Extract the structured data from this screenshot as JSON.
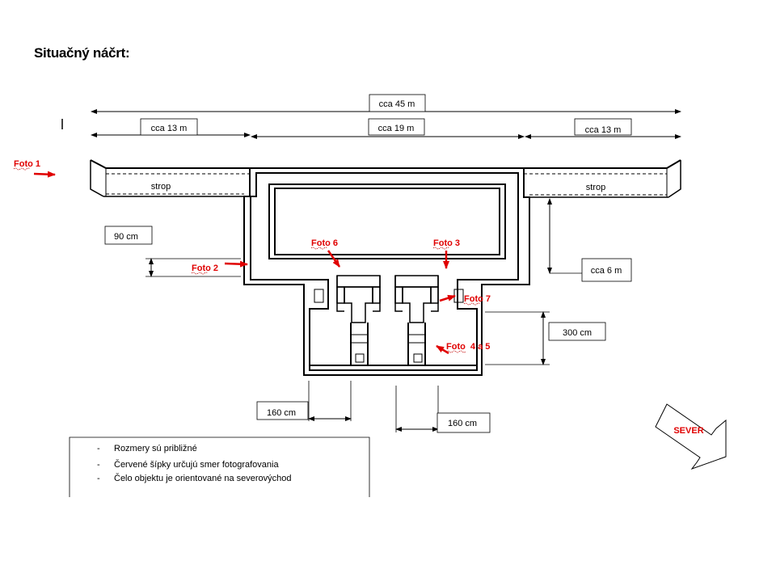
{
  "title": "Situačný náčrt:",
  "dimensions": {
    "total": "cca 45 m",
    "left": "cca 13 m",
    "middle": "cca 19 m",
    "right": "cca 13 m",
    "depth_90": "90 cm",
    "height_6m": "cca 6 m",
    "height_300": "300 cm",
    "width_160_left": "160 cm",
    "width_160_right": "160 cm"
  },
  "labels": {
    "strop_left": "strop",
    "strop_right": "strop"
  },
  "photos": {
    "foto1": "Foto 1",
    "foto2": "Foto 2",
    "foto3": "Foto 3",
    "foto45": "Foto  4 a 5",
    "foto6": "Foto 6",
    "foto7": "Foto 7"
  },
  "north": "SEVER",
  "notes": [
    "Rozmery sú približné",
    "Červené šípky určujú smer fotografovania",
    "Čelo objektu je orientované na severovýchod"
  ],
  "colors": {
    "line": "#000000",
    "arrow": "#e00000"
  }
}
